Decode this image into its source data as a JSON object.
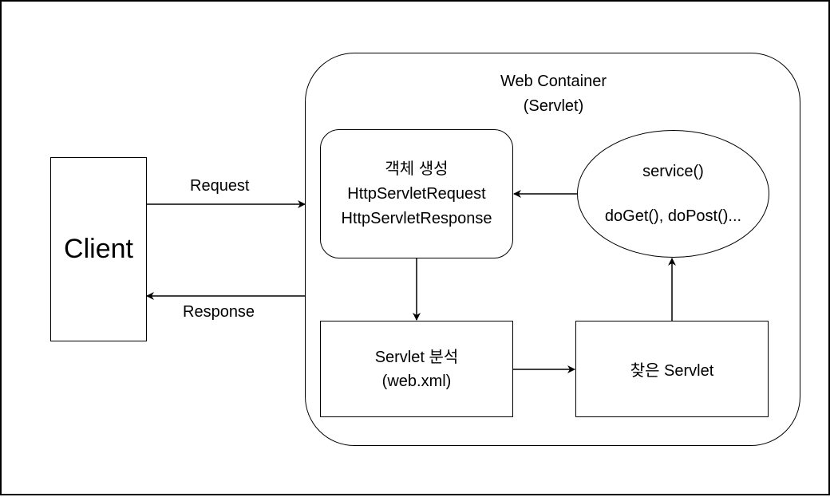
{
  "diagram": {
    "container": {
      "title_line1": "Web Container",
      "title_line2": "(Servlet)"
    },
    "client": {
      "label": "Client"
    },
    "edges": {
      "request_label": "Request",
      "response_label": "Response"
    },
    "create_objects": {
      "line1": "객체 생성",
      "line2": "HttpServletRequest",
      "line3": "HttpServletResponse"
    },
    "service": {
      "line1": "service()",
      "line2": "doGet(), doPost()..."
    },
    "analyze": {
      "line1": "Servlet 분석",
      "line2": "(web.xml)"
    },
    "found": {
      "label": "찾은 Servlet"
    }
  }
}
